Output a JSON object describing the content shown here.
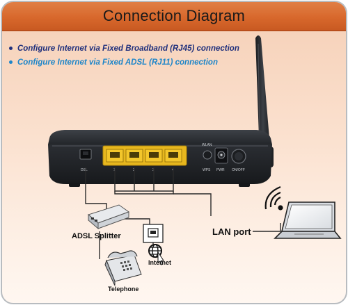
{
  "title": "Connection Diagram",
  "bullets": [
    "Configure Internet via Fixed Broadband (RJ45) connection",
    "Configure Internet via Fixed ADSL (RJ11) connection"
  ],
  "router": {
    "port_dsl": "DSL",
    "lan_numbers": [
      "1",
      "2",
      "3",
      "4"
    ],
    "label_wlan": "WLAN",
    "label_wps": "WPS",
    "label_pwr": "PWR",
    "label_onoff": "ON/OFF"
  },
  "labels": {
    "adsl_splitter": "ADSL Splitter",
    "internet": "Internet",
    "telephone": "Telephone",
    "lan_port": "LAN port"
  },
  "colors": {
    "title_bar": "#d8682c",
    "bullet_1": "#1f2f7c",
    "bullet_2": "#1e86c9",
    "lan_ports": "#f3c62b"
  },
  "icons": [
    "router",
    "antenna",
    "adsl-splitter",
    "wall-socket",
    "internet-globe",
    "telephone",
    "laptop",
    "wifi-signal"
  ]
}
